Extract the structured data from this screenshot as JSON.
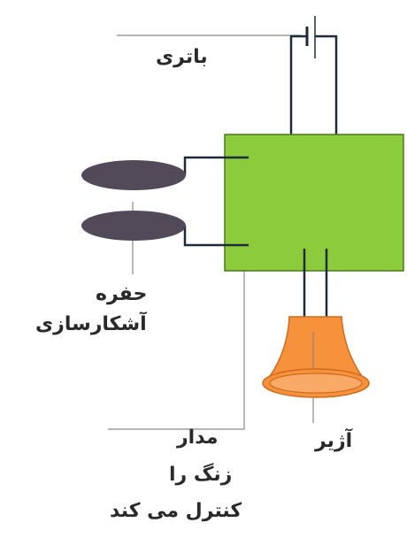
{
  "labels": {
    "battery": "باتری",
    "detection_hole_line1": "حفره",
    "detection_hole_line2": "آشکارسازی",
    "siren": "آژیر",
    "circuit_line1": "مدار",
    "circuit_line2": "زنگ را",
    "circuit_line3": "کنترل می کند"
  },
  "colors": {
    "board": "#8ccc3c",
    "board_border": "#4a7a1a",
    "sensor": "#524a58",
    "siren": "#f6923c",
    "siren_rim": "#f8aa66",
    "wire": "#1e2a3a",
    "leader": "#8a8a8a"
  }
}
